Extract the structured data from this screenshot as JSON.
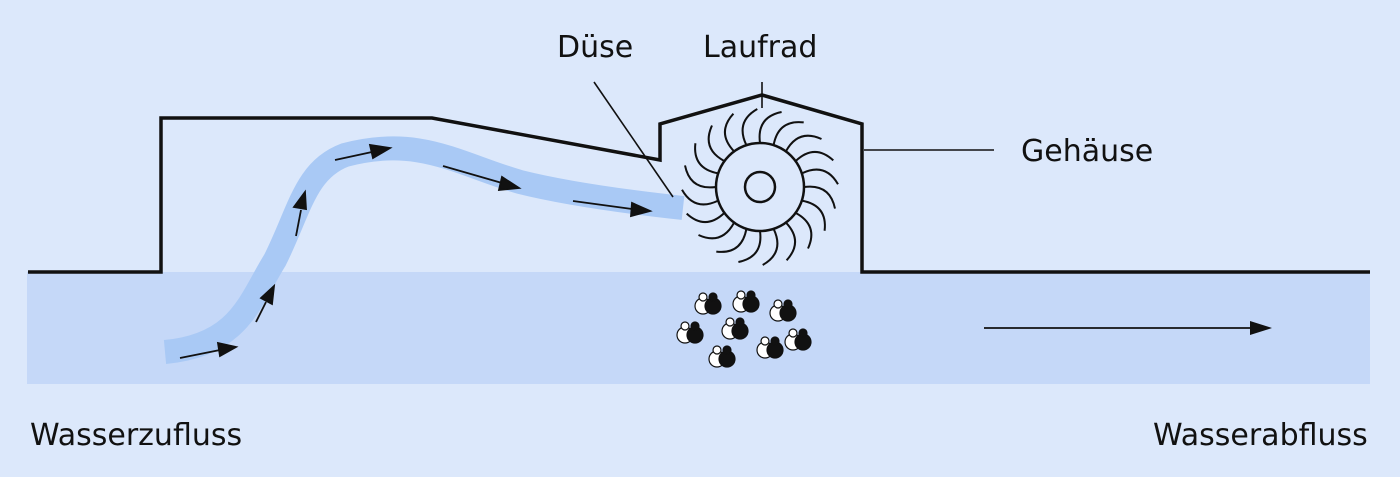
{
  "labels": {
    "nozzle": "Düse",
    "runner": "Laufrad",
    "housing": "Gehäuse",
    "inflow": "Wasserzufluss",
    "outflow": "Wasserabfluss"
  },
  "colors": {
    "background": "#dce8fb",
    "water": "#c5d8f8",
    "jet": "#a9c9f5",
    "lines": "#111111"
  }
}
